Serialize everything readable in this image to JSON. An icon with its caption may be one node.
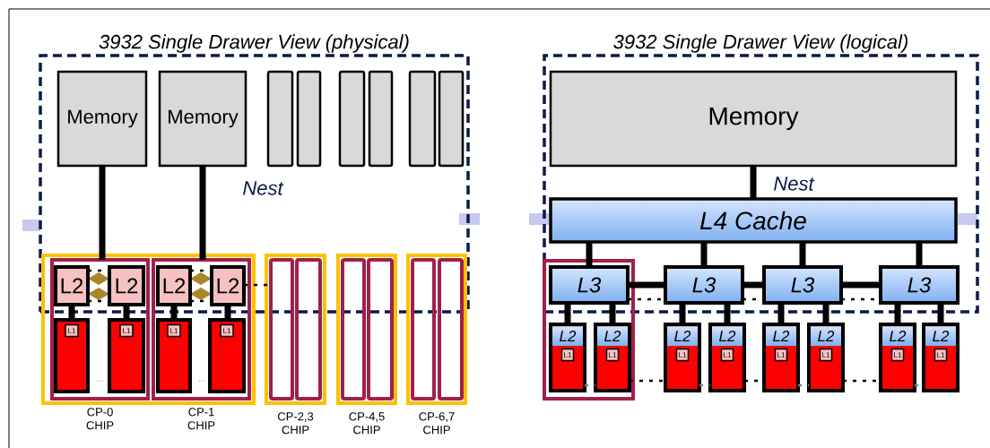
{
  "diagram": {
    "nodes": [
      {
        "text": [
          "3932 Single Drawer View (physical)",
          "Nest"
        ]
      },
      {
        "text": [
          "Memory"
        ],
        "in": 0
      },
      {
        "text": [
          "Memory"
        ],
        "in": 0
      },
      {
        "text": [],
        "shape": "bar",
        "in": 0
      },
      {
        "text": [],
        "shape": "bar",
        "in": 0
      },
      {
        "text": [],
        "shape": "bar",
        "in": 0
      },
      {
        "text": [],
        "shape": "bar",
        "in": 0
      },
      {
        "text": [],
        "shape": "bar",
        "in": 0
      },
      {
        "text": [],
        "shape": "bar",
        "in": 0
      },
      {
        "text": [],
        "shape": "box"
      },
      {
        "text": [],
        "shape": "box",
        "in": 9,
        "beside": [
          "CP-0 CHIP"
        ]
      },
      {
        "text": [
          "L2"
        ]
      },
      {
        "text": [
          "L2"
        ]
      },
      {
        "text": [
          "L1"
        ],
        "in": 10
      },
      {
        "text": [
          "L1"
        ],
        "in": 10
      },
      {
        "text": [],
        "shape": "box",
        "in": 9,
        "beside": [
          "CP-1 CHIP"
        ]
      },
      {
        "text": [
          "L2"
        ]
      },
      {
        "text": [
          "L2"
        ]
      },
      {
        "text": [
          "L1"
        ],
        "in": 15
      },
      {
        "text": [
          "L1"
        ],
        "in": 15
      },
      {
        "text": [],
        "shape": "box",
        "beside": [
          "CP-2,3 CHIP"
        ]
      },
      {
        "text": [],
        "shape": "bar",
        "in": 20
      },
      {
        "text": [],
        "shape": "bar",
        "in": 20
      },
      {
        "text": [],
        "shape": "box",
        "beside": [
          "CP-4,5 CHIP"
        ]
      },
      {
        "text": [],
        "shape": "bar",
        "in": 23
      },
      {
        "text": [],
        "shape": "bar",
        "in": 23
      },
      {
        "text": [],
        "shape": "box",
        "beside": [
          "CP-6,7 CHIP"
        ]
      },
      {
        "text": [],
        "shape": "bar",
        "in": 26
      },
      {
        "text": [],
        "shape": "bar",
        "in": 26
      },
      {
        "text": [
          "3932 Single Drawer View (logical)",
          "Nest"
        ]
      },
      {
        "text": [
          "Memory"
        ],
        "in": 29
      },
      {
        "text": [
          "L4 Cache"
        ],
        "in": 29
      },
      {
        "text": [
          "L3"
        ]
      },
      {
        "text": [
          "L3"
        ],
        "in": 29
      },
      {
        "text": [
          "L3"
        ],
        "in": 29
      },
      {
        "text": [
          "L3"
        ],
        "in": 29
      },
      {
        "text": [],
        "shape": "box"
      },
      {
        "text": [
          "L2",
          "L1"
        ],
        "in": 36
      },
      {
        "text": [
          "L2",
          "L1"
        ],
        "in": 36
      },
      {
        "text": [
          "L2",
          "L1"
        ]
      },
      {
        "text": [
          "L2",
          "L1"
        ]
      },
      {
        "text": [
          "L2",
          "L1"
        ]
      },
      {
        "text": [
          "L2",
          "L1"
        ]
      },
      {
        "text": [
          "L2",
          "L1"
        ]
      },
      {
        "text": [
          "L2",
          "L1"
        ]
      }
    ],
    "edges": [
      {
        "from": 1,
        "to": 10,
        "arrow": "none"
      },
      {
        "from": 2,
        "to": 15,
        "arrow": "none"
      },
      {
        "from": 11,
        "to": 13,
        "arrow": "none"
      },
      {
        "from": 12,
        "to": 14,
        "arrow": "none"
      },
      {
        "from": 16,
        "to": 18,
        "arrow": "none"
      },
      {
        "from": 17,
        "to": 19,
        "arrow": "none"
      },
      {
        "from": 30,
        "to": 31,
        "arrow": "none"
      },
      {
        "from": 31,
        "to": 32,
        "arrow": "none"
      },
      {
        "from": 31,
        "to": 33,
        "arrow": "none"
      },
      {
        "from": 31,
        "to": 34,
        "arrow": "none"
      },
      {
        "from": 31,
        "to": 35,
        "arrow": "none"
      },
      {
        "from": 32,
        "to": 33,
        "arrow": "none"
      },
      {
        "from": 33,
        "to": 34,
        "arrow": "none"
      },
      {
        "from": 34,
        "to": 35,
        "arrow": "none"
      },
      {
        "from": 32,
        "to": 37,
        "arrow": "none"
      },
      {
        "from": 32,
        "to": 38,
        "arrow": "none"
      },
      {
        "from": 33,
        "to": 39,
        "arrow": "none"
      },
      {
        "from": 33,
        "to": 40,
        "arrow": "none"
      },
      {
        "from": 34,
        "to": 41,
        "arrow": "none"
      },
      {
        "from": 34,
        "to": 42,
        "arrow": "none"
      },
      {
        "from": 35,
        "to": 43,
        "arrow": "none"
      },
      {
        "from": 35,
        "to": 44,
        "arrow": "none"
      },
      {
        "from": 11,
        "to": 12,
        "arrow": "none",
        "style": "dashed"
      },
      {
        "from": 11,
        "to": 12,
        "arrow": "none",
        "style": "dashed"
      },
      {
        "from": 16,
        "to": 17,
        "arrow": "none",
        "style": "dashed"
      },
      {
        "from": 16,
        "to": 17,
        "arrow": "none",
        "style": "dashed"
      },
      {
        "from": 17,
        "to": 21,
        "arrow": "none",
        "style": "dashed"
      },
      {
        "from": 32,
        "to": 33,
        "arrow": "none",
        "style": "dashed"
      },
      {
        "from": 33,
        "to": 34,
        "arrow": "none",
        "style": "dashed"
      },
      {
        "from": 34,
        "to": 35,
        "arrow": "none",
        "style": "dashed"
      },
      {
        "from": 38,
        "to": 39,
        "arrow": "none",
        "style": "dashed"
      },
      {
        "from": 40,
        "to": 41,
        "arrow": "none",
        "style": "dashed"
      },
      {
        "from": 42,
        "to": 43,
        "arrow": "none",
        "style": "dashed"
      },
      {
        "from": 37,
        "to": 38,
        "arrow": "none",
        "style": "dashed",
        "color": "#808080"
      },
      {
        "from": 39,
        "to": 40,
        "arrow": "none",
        "style": "dashed",
        "color": "#808080"
      },
      {
        "from": 41,
        "to": 42,
        "arrow": "none",
        "style": "dashed",
        "color": "#808080"
      },
      {
        "from": 43,
        "to": 44,
        "arrow": "none",
        "style": "dashed",
        "color": "#808080"
      }
    ],
    "labels": [
      "...",
      "..."
    ]
  }
}
